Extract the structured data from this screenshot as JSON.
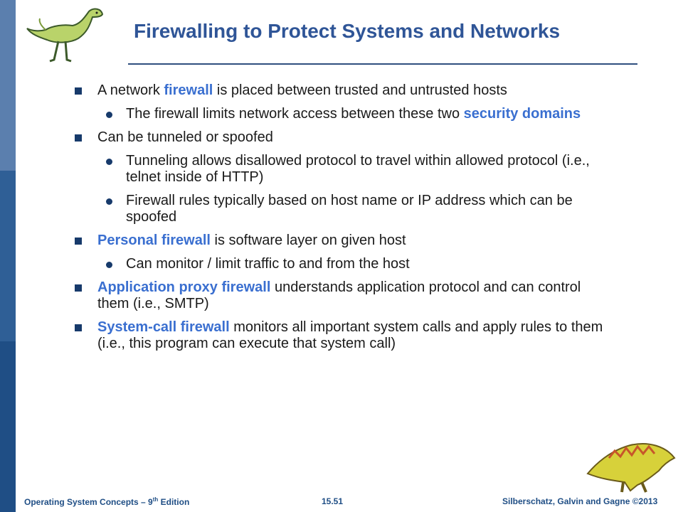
{
  "slide": {
    "title": "Firewalling to Protect Systems and Networks"
  },
  "bullets": [
    {
      "level": 1,
      "parts": [
        {
          "t": "A network "
        },
        {
          "t": "firewall",
          "hl": true
        },
        {
          "t": " is placed between trusted and untrusted hosts"
        }
      ]
    },
    {
      "level": 2,
      "parts": [
        {
          "t": "The firewall limits network access between these two "
        },
        {
          "t": "security domains",
          "hl": true
        }
      ]
    },
    {
      "level": 1,
      "parts": [
        {
          "t": "Can be tunneled or spoofed"
        }
      ]
    },
    {
      "level": 2,
      "parts": [
        {
          "t": "Tunneling allows disallowed protocol to travel within allowed protocol (i.e., telnet inside of HTTP)"
        }
      ]
    },
    {
      "level": 2,
      "parts": [
        {
          "t": "Firewall rules typically based on host name or IP address which can be spoofed"
        }
      ]
    },
    {
      "level": 1,
      "parts": [
        {
          "t": "Personal firewall",
          "hl": true
        },
        {
          "t": " is software layer on given host"
        }
      ]
    },
    {
      "level": 2,
      "parts": [
        {
          "t": "Can monitor / limit traffic to and from the host"
        }
      ]
    },
    {
      "level": 1,
      "parts": [
        {
          "t": "Application proxy firewall",
          "hl": true
        },
        {
          "t": " understands application protocol and can control them (i.e., SMTP)"
        }
      ]
    },
    {
      "level": 1,
      "parts": [
        {
          "t": "System-call firewall",
          "hl": true
        },
        {
          "t": " monitors all important system calls and apply rules to them (i.e., this program can execute that system call)"
        }
      ]
    }
  ],
  "footer": {
    "book": "Operating System Concepts – 9",
    "edition_sup": "th",
    "edition_rest": " Edition",
    "page": "15.51",
    "authors": "Silberschatz, Galvin and Gagne ©2013"
  },
  "colors": {
    "accent": "#2f5597",
    "highlight": "#3a6fd0",
    "stripe": "#2f5f96"
  },
  "icons": [
    "dinosaur-logo-icon",
    "dinosaur-footer-icon"
  ]
}
